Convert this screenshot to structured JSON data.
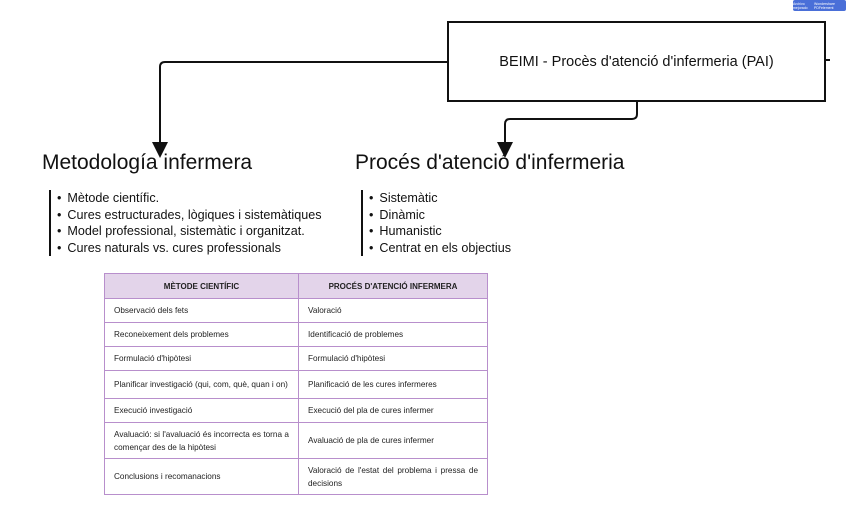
{
  "root": {
    "title": "BEIMI - Procès d'atenció d'infermeria (PAI)"
  },
  "branches": [
    {
      "title": "Metodología infermera",
      "items": [
        "Mètode científic.",
        "Cures estructurades, lògiques i sistemàtiques",
        "Model professional, sistemàtic i organitzat.",
        "Cures naturals vs. cures professionals"
      ]
    },
    {
      "title": "Procés d'atenció d'infermeria",
      "items": [
        "Sistemàtic",
        "Dinàmic",
        "Humanistic",
        "Centrat en els objectius"
      ]
    }
  ],
  "table": {
    "headers": [
      "MÈTODE CIENTÍFIC",
      "PROCÉS D'ATENCIÓ INFERMERA"
    ],
    "rows": [
      [
        "Observació dels fets",
        "Valoració"
      ],
      [
        "Reconeixement dels problemes",
        "Identificació de problemes"
      ],
      [
        "Formulació d'hipòtesi",
        "Formulació d'hipòtesi"
      ],
      [
        "Planificar investigació (qui, com, què, quan i on)",
        "Planificació de les cures infermeres"
      ],
      [
        "Execució investigació",
        "Execució del pla de cures infermer"
      ],
      [
        "Avaluació: si l'avaluació és incorrecta es torna a començar des de la  hipòtesi",
        "Avaluació de pla de cures infermer"
      ],
      [
        "Conclusions i recomanacions",
        "Valoració de l'estat del problema i pressa de decisions"
      ]
    ]
  },
  "badge": {
    "left": "Archivo mejorado",
    "right": "Wondershare PDFelement"
  }
}
